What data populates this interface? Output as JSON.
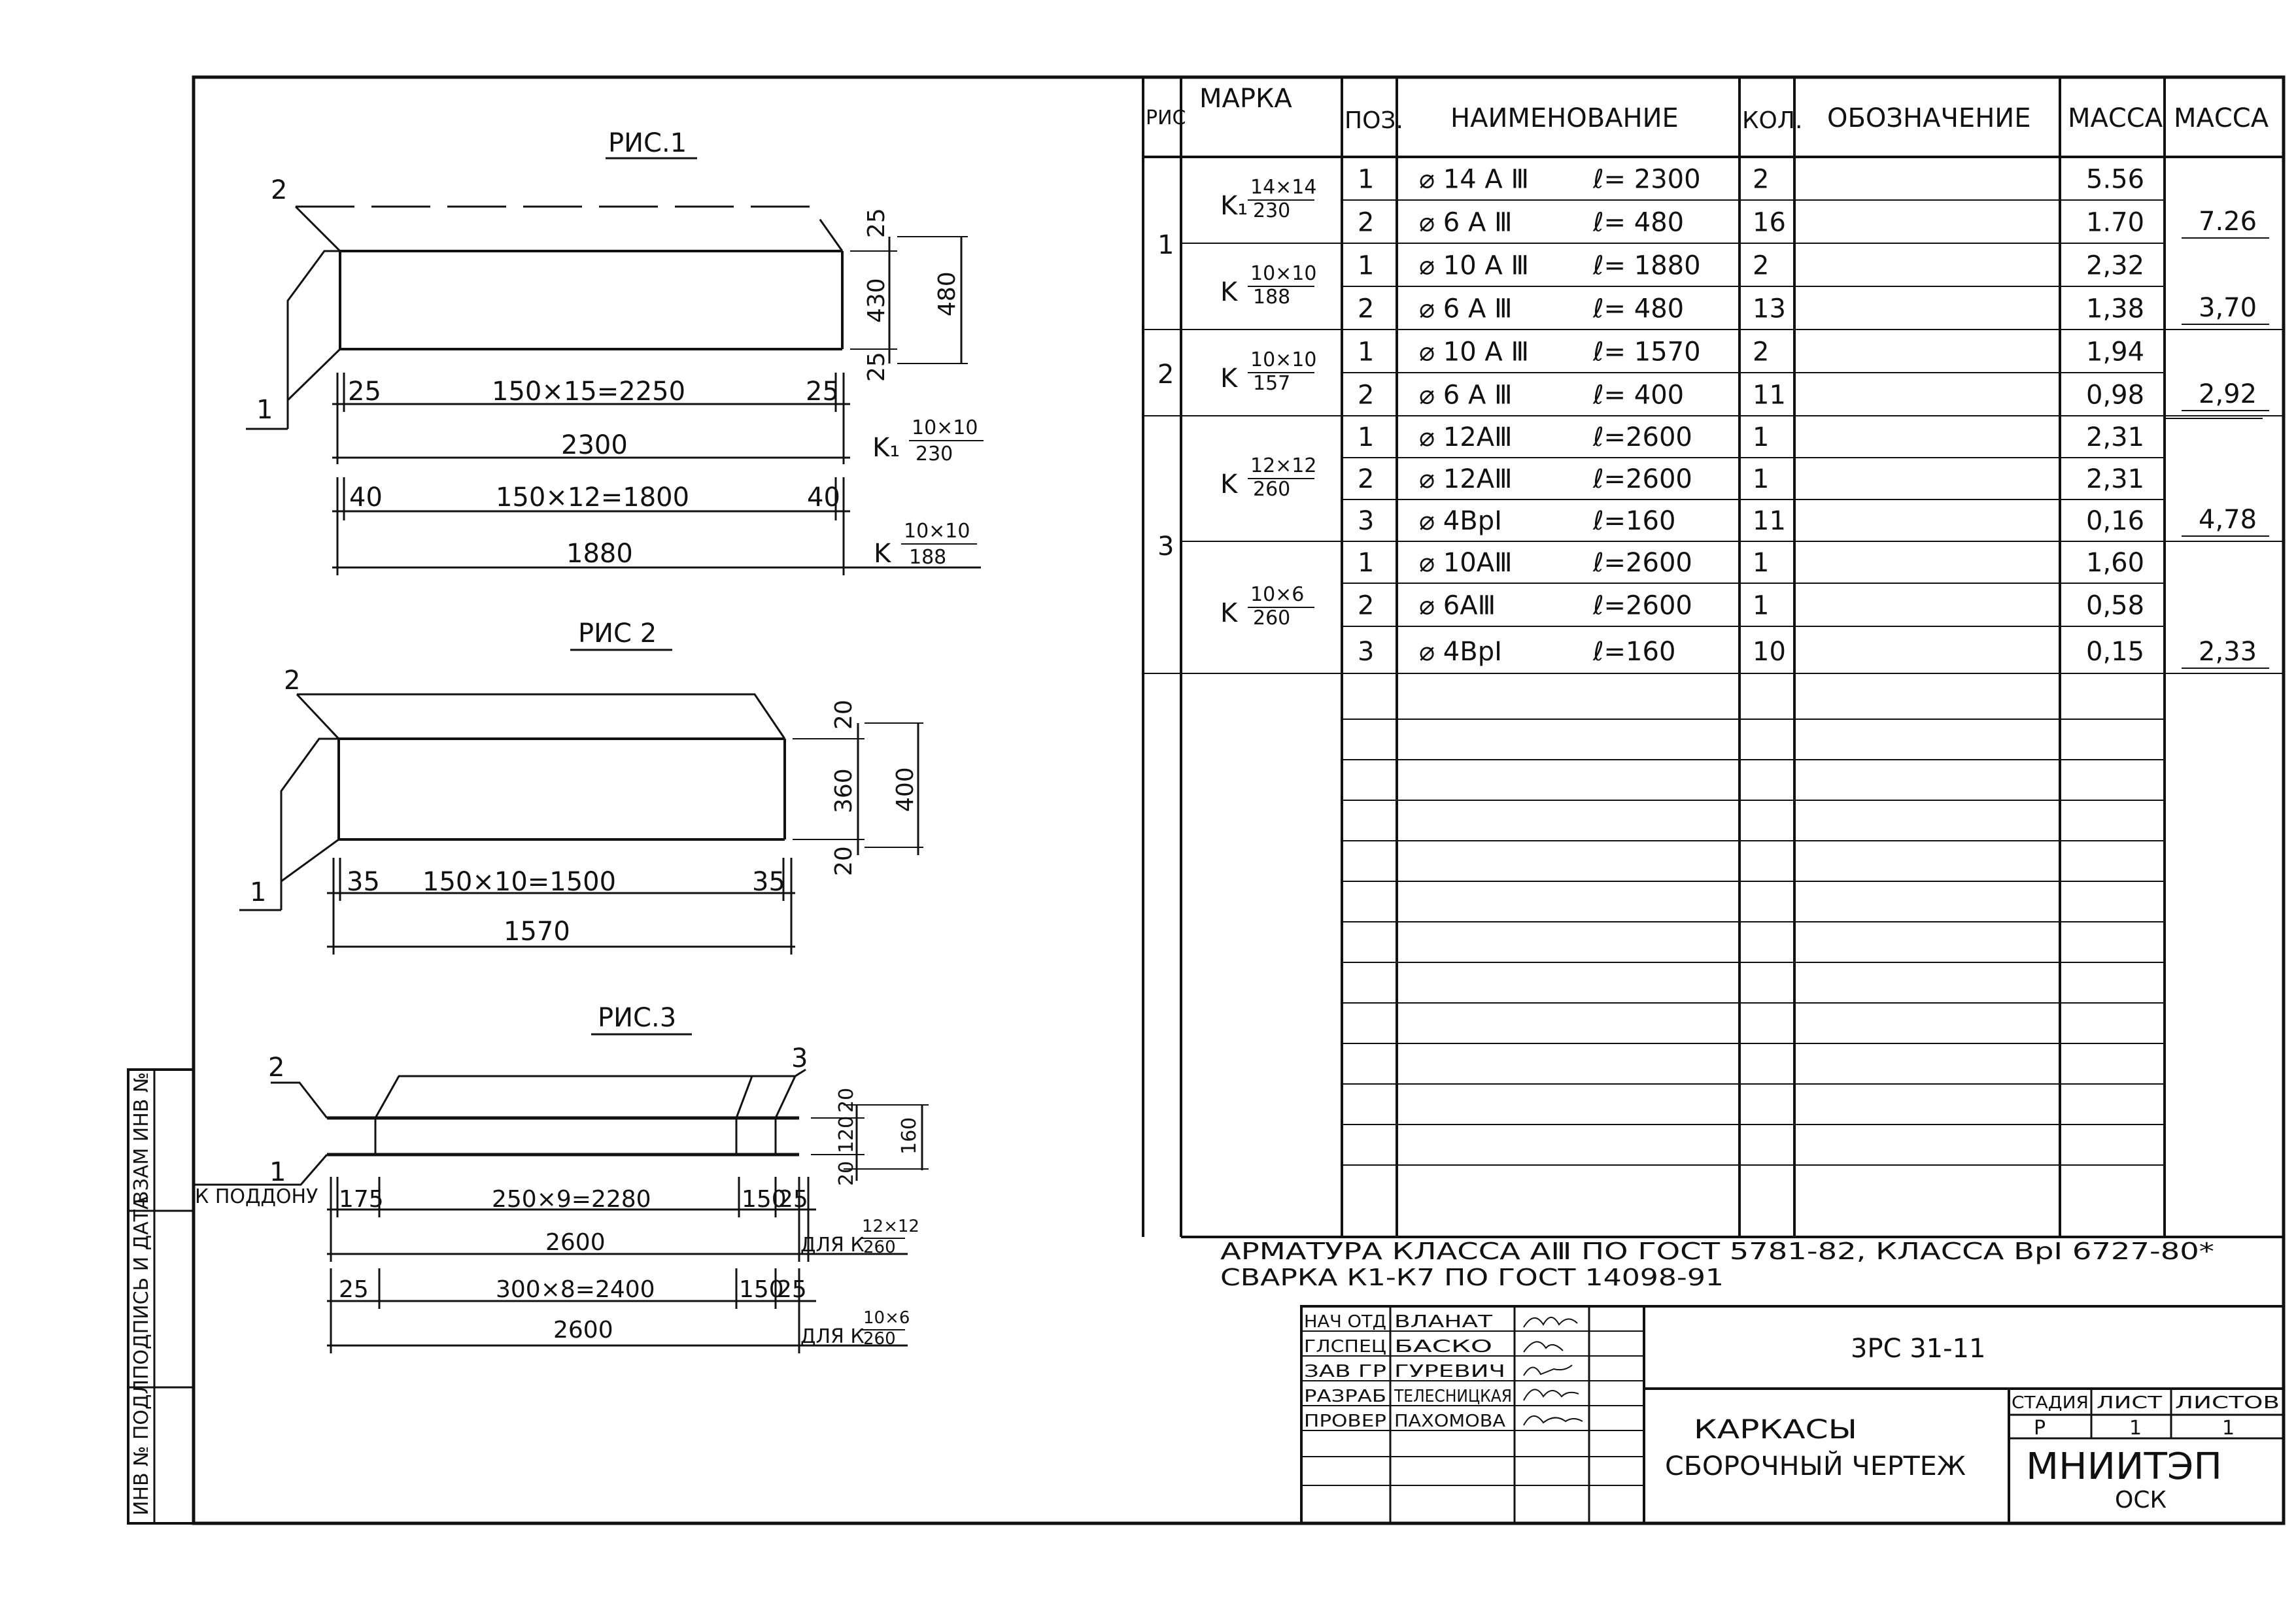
{
  "figures": {
    "fig1": {
      "title": "РИС.1",
      "pos_leader_1": "1",
      "pos_leader_2": "2",
      "dim_top": "25",
      "dim_mid": "430",
      "dim_bottom": "25",
      "dim_overall": "480",
      "row_a": {
        "left": "25",
        "mid": "150×15=2250",
        "right": "25",
        "total": "2300",
        "mark": "K₁",
        "mark_num": "10×10",
        "mark_den": "230"
      },
      "row_b": {
        "left": "40",
        "mid": "150×12=1800",
        "right": "40",
        "total": "1880",
        "mark": "K",
        "mark_num": "10×10",
        "mark_den": "188"
      }
    },
    "fig2": {
      "title": "РИС 2",
      "pos_leader_1": "1",
      "pos_leader_2": "2",
      "dim_top": "20",
      "dim_mid": "360",
      "dim_bottom": "20",
      "dim_overall": "400",
      "row": {
        "left": "35",
        "mid": "150×10=1500",
        "right": "35",
        "total": "1570"
      }
    },
    "fig3": {
      "title": "РИС.3",
      "pos_leader_1": "1",
      "pos_leader_2": "2",
      "pos_leader_3": "3",
      "note": "К ПОДДОНУ",
      "dim_top": "20",
      "dim_mid": "120",
      "dim_bottom": "20",
      "dim_overall": "160",
      "row_a": {
        "left": "175",
        "mid": "250×9=2280",
        "c1": "150",
        "c2": "25",
        "total": "2600",
        "for": "ДЛЯ К",
        "mark_num": "12×12",
        "mark_den": "260"
      },
      "row_b": {
        "left": "25",
        "mid": "300×8=2400",
        "c1": "150",
        "c2": "25",
        "total": "2600",
        "for": "ДЛЯ К",
        "mark_num": "10×6",
        "mark_den": "260"
      }
    }
  },
  "side_stamp": {
    "cells": [
      "ВЗАМ ИНВ №",
      "ПОДПИСЬ И ДАТА",
      "ИНВ № ПОДЛ"
    ]
  },
  "spec_table": {
    "headers": {
      "fig": "РИС",
      "mark": "МАРКА",
      "pos": "ПОЗ.",
      "name": "НАИМЕНОВАНИЕ",
      "qty": "КОЛ.",
      "designation": "ОБОЗНАЧЕНИЕ",
      "mass1": "МАССА",
      "mass2": "МАССА"
    },
    "groups": [
      {
        "fig": "1",
        "marks": [
          {
            "mark": "K₁",
            "num": "14×14",
            "den": "230",
            "total": "7.26",
            "rows": [
              {
                "pos": "1",
                "name": "⌀ 14 А Ⅲ",
                "len": "ℓ= 2300",
                "qty": "2",
                "mass": "5.56"
              },
              {
                "pos": "2",
                "name": "⌀ 6 А Ⅲ",
                "len": "ℓ= 480",
                "qty": "16",
                "mass": "1.70"
              }
            ]
          },
          {
            "mark": "K",
            "num": "10×10",
            "den": "188",
            "total": "3,70",
            "rows": [
              {
                "pos": "1",
                "name": "⌀ 10 А Ⅲ",
                "len": "ℓ= 1880",
                "qty": "2",
                "mass": "2,32"
              },
              {
                "pos": "2",
                "name": "⌀ 6 А Ⅲ",
                "len": "ℓ= 480",
                "qty": "13",
                "mass": "1,38"
              }
            ]
          }
        ]
      },
      {
        "fig": "2",
        "marks": [
          {
            "mark": "K",
            "num": "10×10",
            "den": "157",
            "total": "2,92",
            "rows": [
              {
                "pos": "1",
                "name": "⌀ 10 А Ⅲ",
                "len": "ℓ= 1570",
                "qty": "2",
                "mass": "1,94"
              },
              {
                "pos": "2",
                "name": "⌀ 6 А Ⅲ",
                "len": "ℓ= 400",
                "qty": "11",
                "mass": "0,98"
              }
            ]
          }
        ]
      },
      {
        "fig": "3",
        "marks": [
          {
            "mark": "K",
            "num": "12×12",
            "den": "260",
            "total": "4,78",
            "rows": [
              {
                "pos": "1",
                "name": "⌀ 12АⅢ",
                "len": "ℓ=2600",
                "qty": "1",
                "mass": "2,31"
              },
              {
                "pos": "2",
                "name": "⌀ 12АⅢ",
                "len": "ℓ=2600",
                "qty": "1",
                "mass": "2,31"
              },
              {
                "pos": "3",
                "name": "⌀ 4ВрⅠ",
                "len": "ℓ=160",
                "qty": "11",
                "mass": "0,16"
              }
            ]
          },
          {
            "mark": "K",
            "num": "10×6",
            "den": "260",
            "total": "2,33",
            "rows": [
              {
                "pos": "1",
                "name": "⌀ 10АⅢ",
                "len": "ℓ=2600",
                "qty": "1",
                "mass": "1,60"
              },
              {
                "pos": "2",
                "name": "⌀ 6АⅢ",
                "len": "ℓ=2600",
                "qty": "1",
                "mass": "0,58"
              },
              {
                "pos": "3",
                "name": "⌀ 4ВрⅠ",
                "len": "ℓ=160",
                "qty": "10",
                "mass": "0,15"
              }
            ]
          }
        ]
      }
    ]
  },
  "notes": {
    "line1": "АРМАТУРА КЛАССА АⅢ ПО ГОСТ 5781-82, КЛАССА ВрⅠ 6727-80*",
    "line2": "СВАРКА К1-К7 ПО ГОСТ 14098-91"
  },
  "title_block": {
    "roles": [
      {
        "role": "НАЧ ОТД",
        "name": "ВЛАНАТ"
      },
      {
        "role": "ГЛСПЕЦ",
        "name": "БАСКО"
      },
      {
        "role": "ЗАВ ГР",
        "name": "ГУРЕВИЧ"
      },
      {
        "role": "РАЗРАБ",
        "name": "ТЕЛЕСНИЦКАЯ"
      },
      {
        "role": "ПРОВЕР",
        "name": "ПАХОМОВА"
      }
    ],
    "code": "3РС 31-11",
    "title_l1": "КАРКАСЫ",
    "title_l2": "СБОРОЧНЫЙ ЧЕРТЕЖ",
    "stage_label": "СТАДИЯ",
    "sheet_label": "ЛИСТ",
    "sheets_label": "ЛИСТОВ",
    "stage": "Р",
    "sheet": "1",
    "sheets": "1",
    "org": "МНИИТЭП",
    "org_sub": "ОСК"
  }
}
